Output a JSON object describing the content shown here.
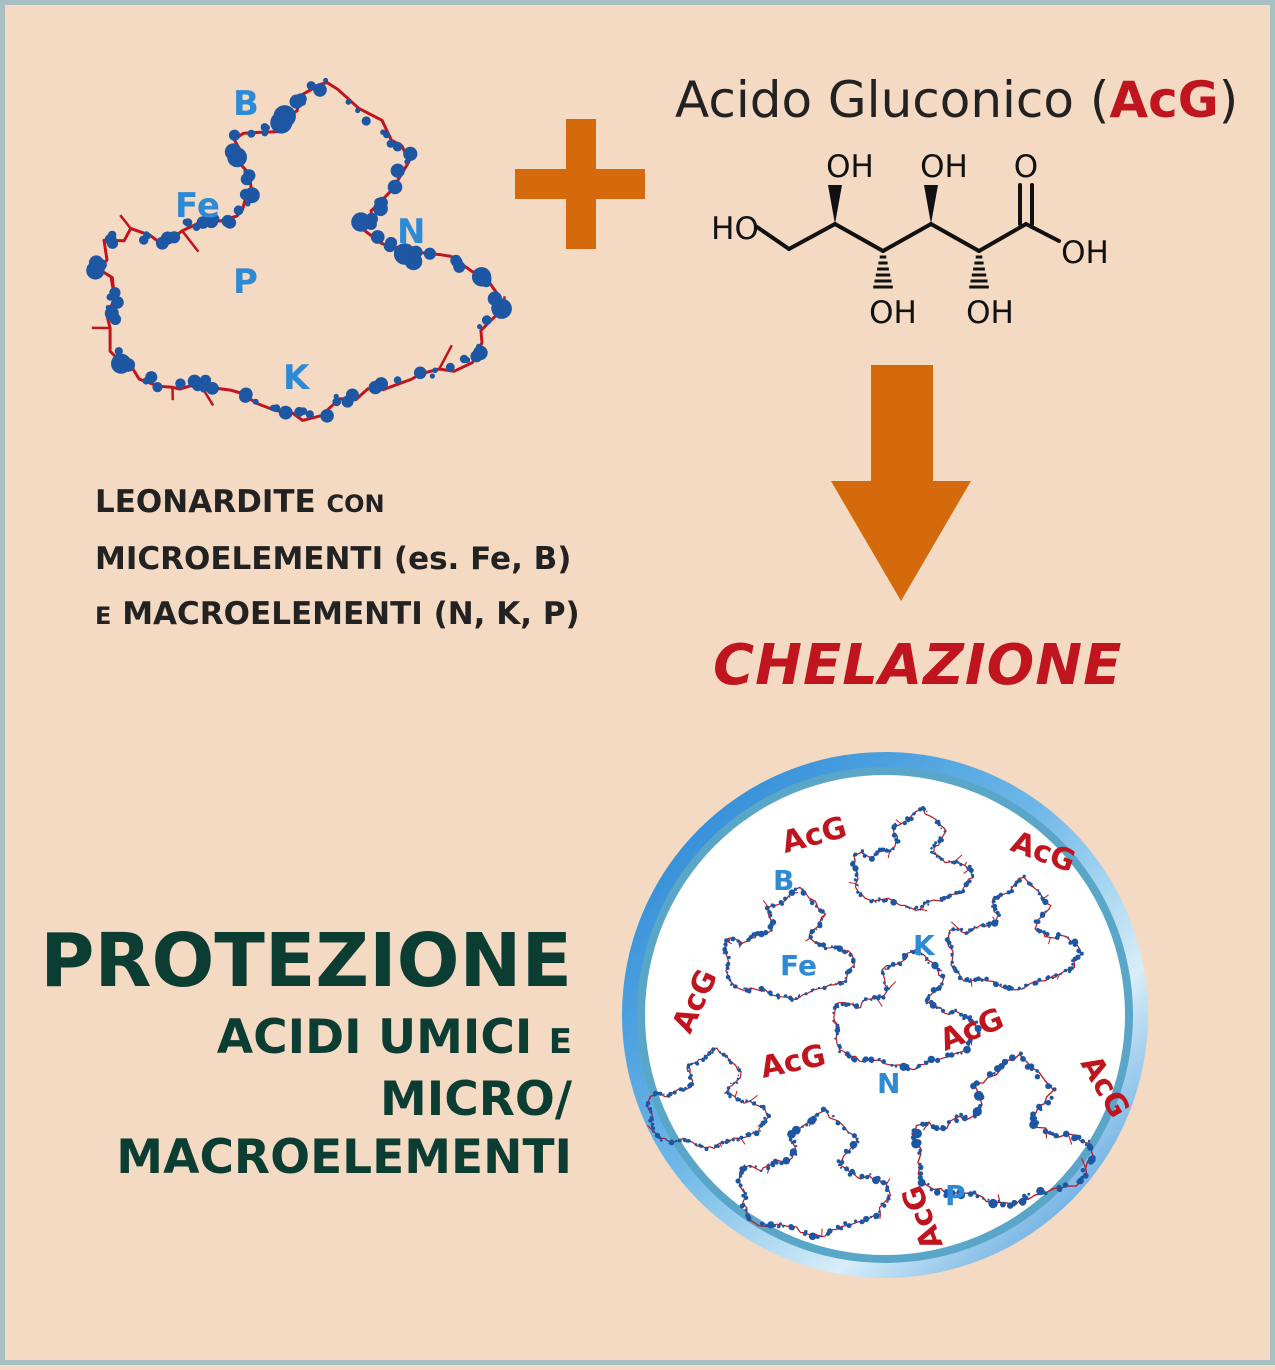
{
  "top_cluster": {
    "element_labels": [
      "B",
      "Fe",
      "N",
      "P",
      "K"
    ]
  },
  "molecule": {
    "title_prefix": "Acido Gluconico (",
    "title_abbr": "AcG",
    "title_suffix": ")",
    "groups": [
      "OH",
      "OH",
      "O",
      "HO",
      "OH",
      "OH",
      "OH"
    ]
  },
  "leonardite": {
    "line1_main": "LEONARDITE",
    "line1_small": "CON",
    "line2": "MICROELEMENTI (es. Fe, B)",
    "line3_small": "E",
    "line3_main": "MACROELEMENTI (N, K, P)"
  },
  "process_label": "CHELAZIONE",
  "protection": {
    "title": "PROTEZIONE",
    "line2_main": "ACIDI UMICI",
    "line2_small": "E",
    "line3": "MICRO/",
    "line4": "MACROELEMENTI"
  },
  "circle": {
    "acg_label": "AcG",
    "element_labels": [
      "B",
      "Fe",
      "K",
      "N",
      "P"
    ]
  },
  "colors": {
    "background": "#f4d9c3",
    "arrow": "#d46a0c",
    "red": "#c0151f",
    "dot_blue": "#1d56a2",
    "label_blue": "#2f8ad6",
    "dark_green": "#0b3d32"
  }
}
